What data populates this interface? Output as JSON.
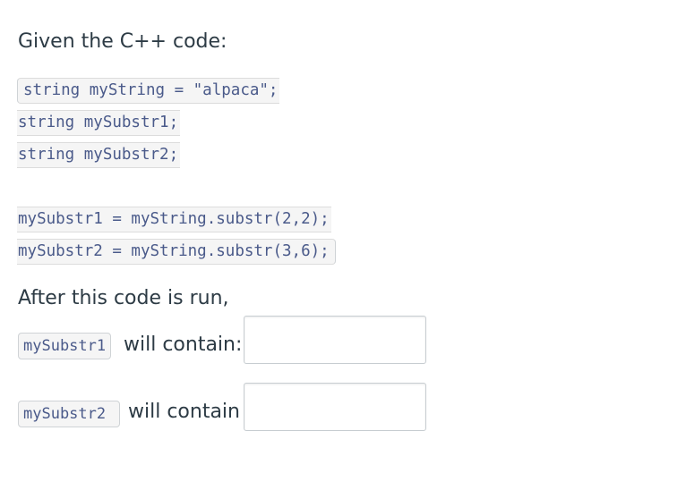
{
  "question": {
    "intro": "Given the C++ code:",
    "declarations": [
      "string myString = \"alpaca\";",
      "string mySubstr1;",
      "string mySubstr2;"
    ],
    "assignments": [
      "mySubstr1 = myString.substr(2,2);",
      "mySubstr2 = myString.substr(3,6);"
    ],
    "after_text": "After this code is run,",
    "blanks": [
      {
        "variable": "mySubstr1",
        "label": "will contain:",
        "value": "",
        "placeholder": ""
      },
      {
        "variable": "mySubstr2 ",
        "label": "will contain",
        "value": "",
        "placeholder": ""
      }
    ]
  }
}
